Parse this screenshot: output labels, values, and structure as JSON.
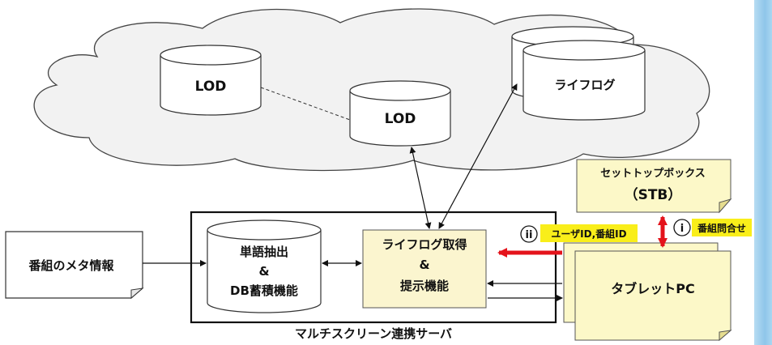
{
  "cloud_nodes": {
    "lod_left": "LOD",
    "lod_center": "LOD",
    "lifelog": "ライフログ"
  },
  "stb": {
    "line1": "セットトップボックス",
    "line2": "（STB）"
  },
  "metadata_note": "番組のメタ情報",
  "server": {
    "caption": "マルチスクリーン連携サーバ",
    "extract_db": [
      "単語抽出",
      "&",
      "DB蓄積機能"
    ],
    "lifelog_fn": [
      "ライフログ取得",
      "&",
      "提示機能"
    ]
  },
  "tablet": "タブレットPC",
  "steps": {
    "i_marker": "i",
    "i_label": "番組問合せ",
    "ii_marker": "ii",
    "ii_label": "ユーザID,番組ID"
  },
  "colors": {
    "note_fill": "#fcf8c8",
    "function_fill": "#fbf5cf",
    "label_fill": "#f9ee1a",
    "arrow_red": "#e4131b",
    "cloud_fill": "#f2f2f2"
  }
}
